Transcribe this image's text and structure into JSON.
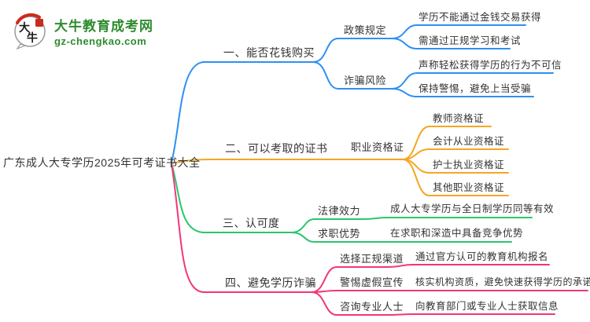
{
  "logo": {
    "icon_chars_top": "大",
    "icon_chars_bottom": "牛",
    "site_name": "大牛教育成考网",
    "site_url": "gz-chengkao.com",
    "brand_color": "#2e8b2e",
    "seal_color": "#cc2a1e"
  },
  "mindmap": {
    "root": {
      "label": "广东成人大专学历2025年可考证书大全"
    },
    "branches": [
      {
        "label": "一、能否花钱购买",
        "color": "#2e90f0",
        "children": [
          {
            "label": "政策规定",
            "children": [
              {
                "label": "学历不能通过金钱交易获得"
              },
              {
                "label": "需通过正规学习和考试"
              }
            ]
          },
          {
            "label": "诈骗风险",
            "children": [
              {
                "label": "声称轻松获得学历的行为不可信"
              },
              {
                "label": "保持警惕，避免上当受骗"
              }
            ]
          }
        ]
      },
      {
        "label": "二、可以考取的证书",
        "color": "#f5a623",
        "children": [
          {
            "label": "职业资格证",
            "children": [
              {
                "label": "教师资格证"
              },
              {
                "label": "会计从业资格证"
              },
              {
                "label": "护士执业资格证"
              },
              {
                "label": "其他职业资格证"
              }
            ]
          }
        ]
      },
      {
        "label": "三、认可度",
        "color": "#2bc56d",
        "children": [
          {
            "label": "法律效力",
            "children": [
              {
                "label": "成人大专学历与全日制学历同等有效"
              }
            ]
          },
          {
            "label": "求职优势",
            "children": [
              {
                "label": "在求职和深造中具备竞争优势"
              }
            ]
          }
        ]
      },
      {
        "label": "四、避免学历诈骗",
        "color": "#f2367a",
        "children": [
          {
            "label": "选择正规渠道",
            "children": [
              {
                "label": "通过官方认可的教育机构报名"
              }
            ]
          },
          {
            "label": "警惕虚假宣传",
            "children": [
              {
                "label": "核实机构资质，避免快速获得学历的承诺"
              }
            ]
          },
          {
            "label": "咨询专业人士",
            "children": [
              {
                "label": "向教育部门或专业人士获取信息"
              }
            ]
          }
        ]
      }
    ]
  }
}
